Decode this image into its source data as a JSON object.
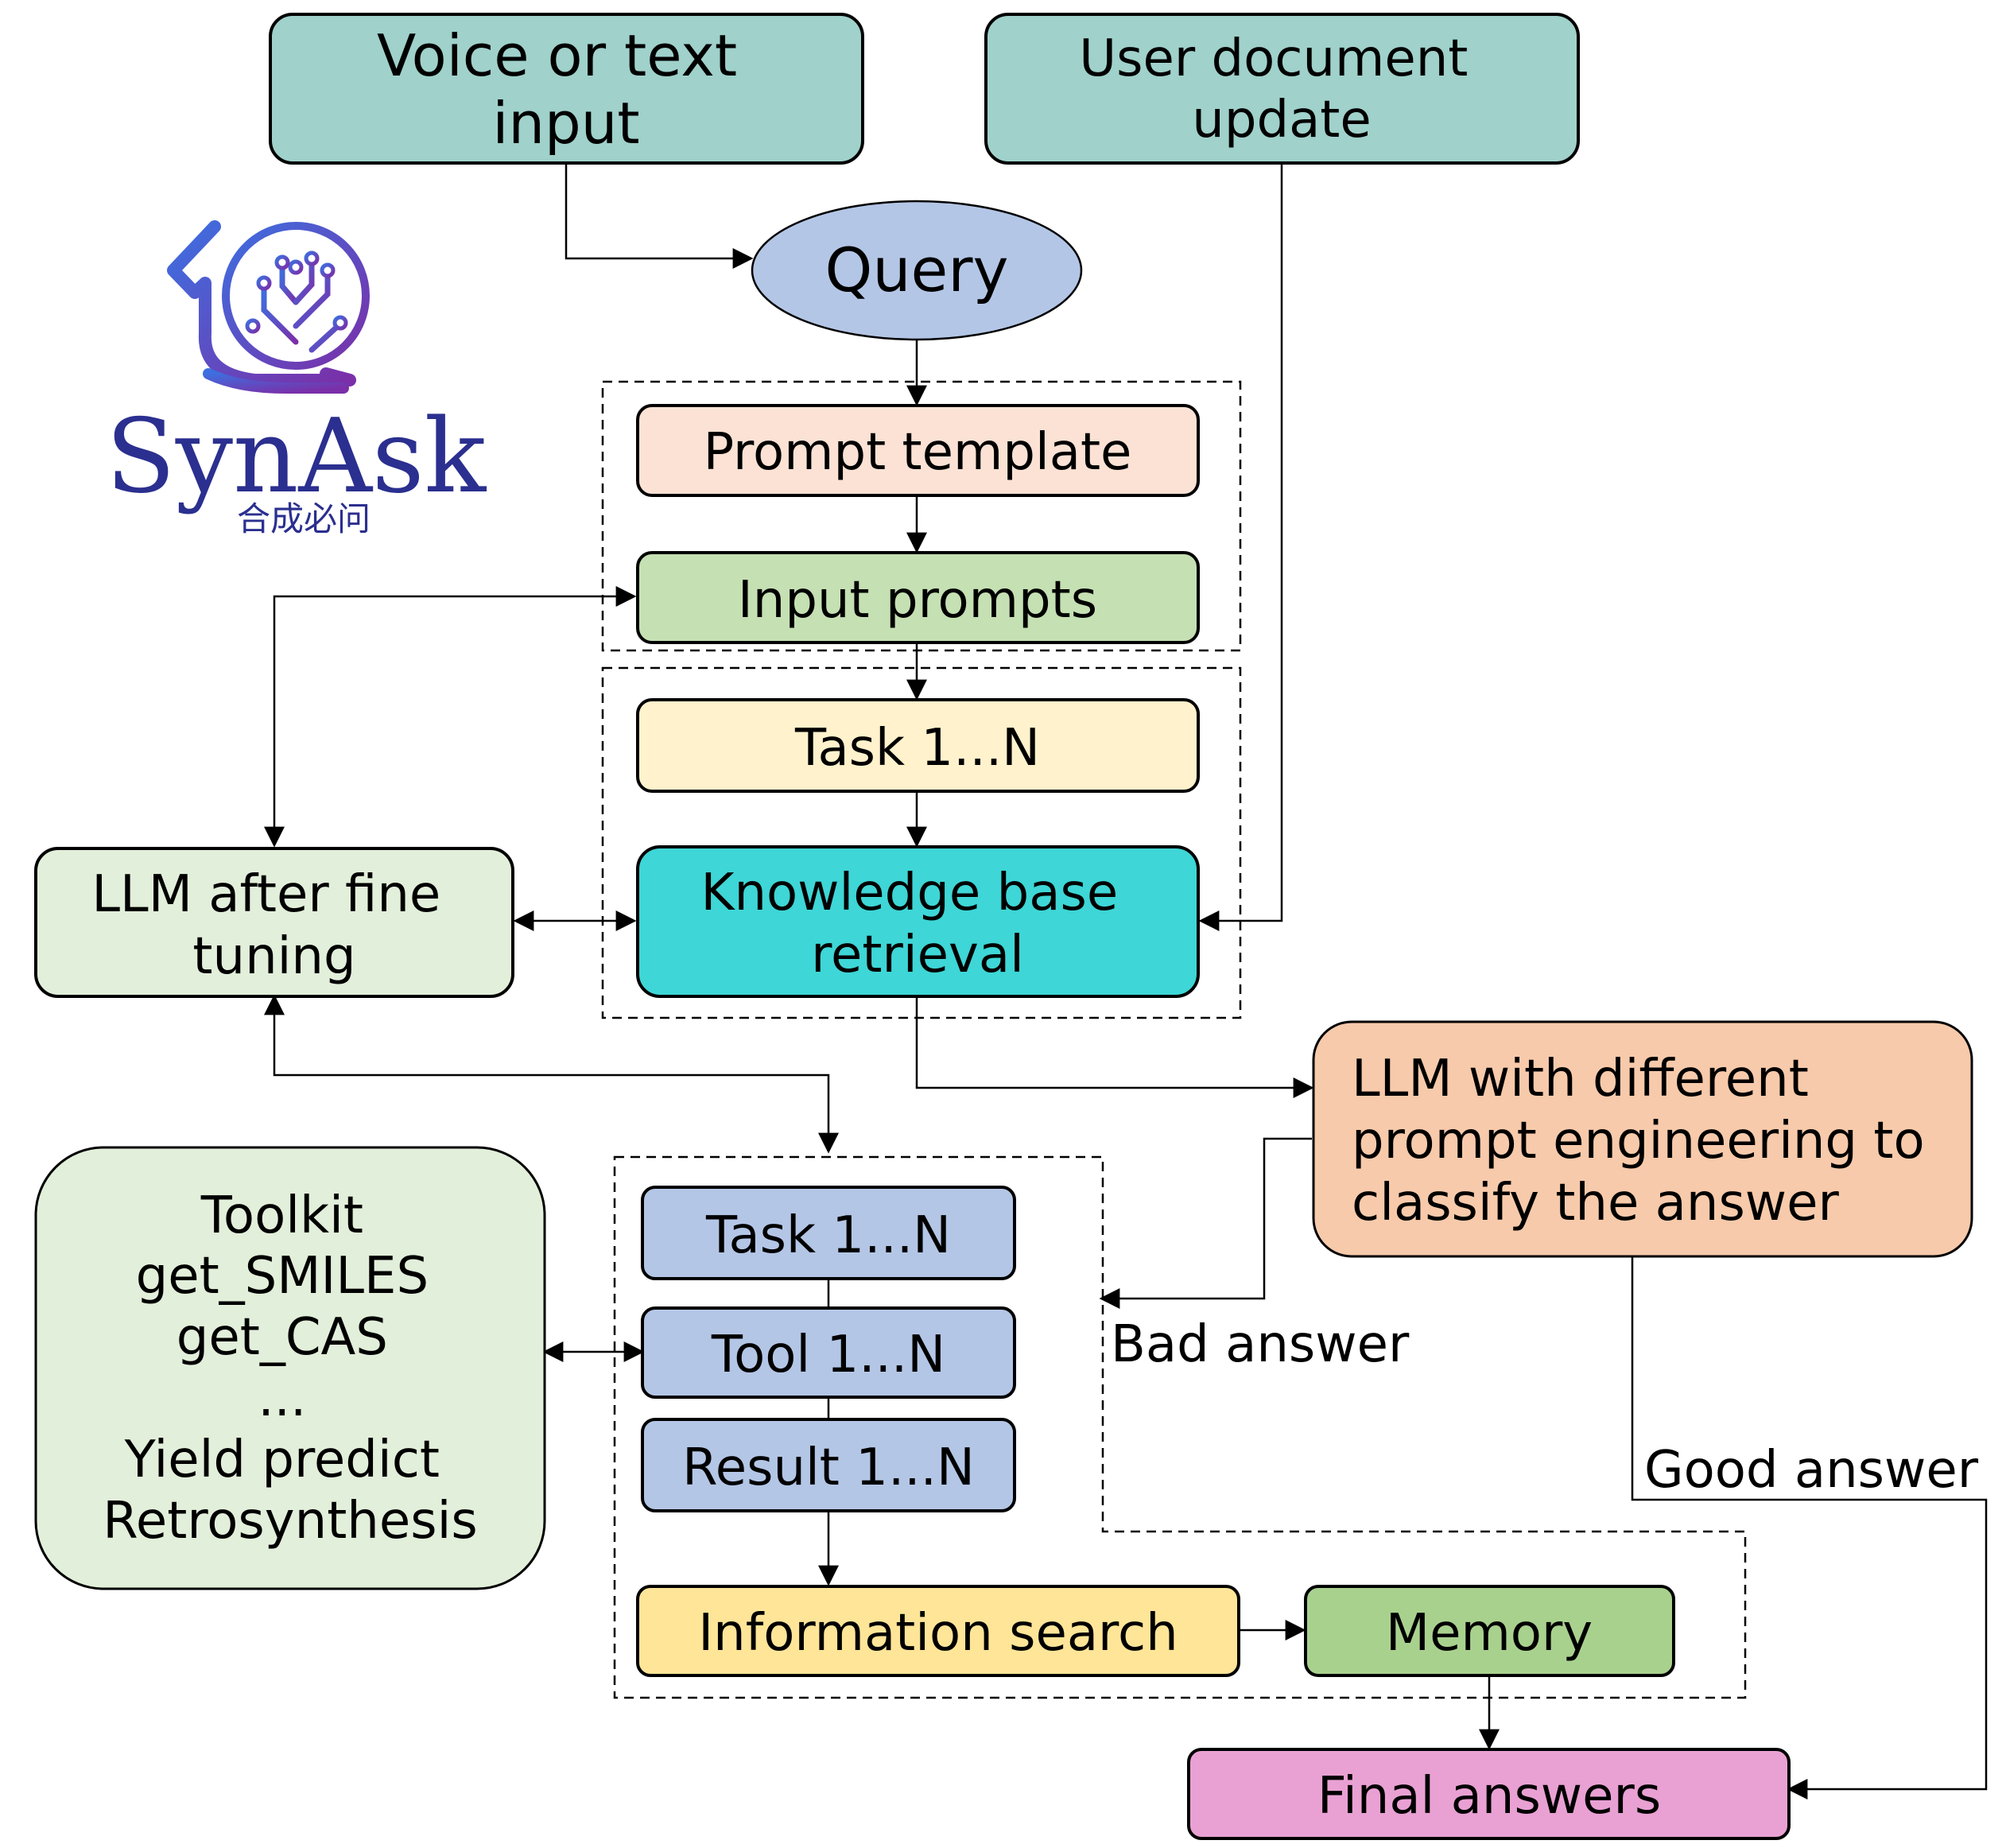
{
  "inputs": {
    "voice_text": [
      "Voice or text",
      "input"
    ],
    "user_document": [
      "User document",
      "update"
    ]
  },
  "query": "Query",
  "prompt_template": "Prompt template",
  "input_prompts": "Input prompts",
  "task_top": "Task 1...N",
  "knowledge_base": [
    "Knowledge base",
    "retrieval"
  ],
  "llm_fine_tuning": [
    "LLM after fine",
    "tuning"
  ],
  "llm_classify": [
    "LLM with different",
    "prompt engineering to",
    "classify the answer"
  ],
  "toolkit": [
    "Toolkit",
    "get_SMILES",
    "get_CAS",
    "...",
    "Yield predict",
    "Retrosynthesis"
  ],
  "task_bottom": "Task 1...N",
  "tool": "Tool 1...N",
  "result": "Result 1...N",
  "information_search": "Information search",
  "memory": "Memory",
  "final_answers": "Final answers",
  "bad_answer": "Bad answer",
  "good_answer": "Good answer",
  "logo": {
    "title": "SynAsk",
    "subtitle": "合成必问"
  },
  "colors": {
    "teal_input": "#a0d1cb",
    "query": "#b4c6e6",
    "prompt_template": "#fbe2d4",
    "input_prompts": "#c5e0b3",
    "task_top": "#fff2cc",
    "knowledge_base": "#3ed6d6",
    "llm_fine_tuning": "#e2efda",
    "llm_classify": "#f7caab",
    "toolkit": "#e2efda",
    "blue_steps": "#b4c6e6",
    "information_search": "#ffe598",
    "memory": "#a9d18e",
    "final_answers": "#e9a1d3",
    "logo_purple": "#2b2f8f"
  }
}
